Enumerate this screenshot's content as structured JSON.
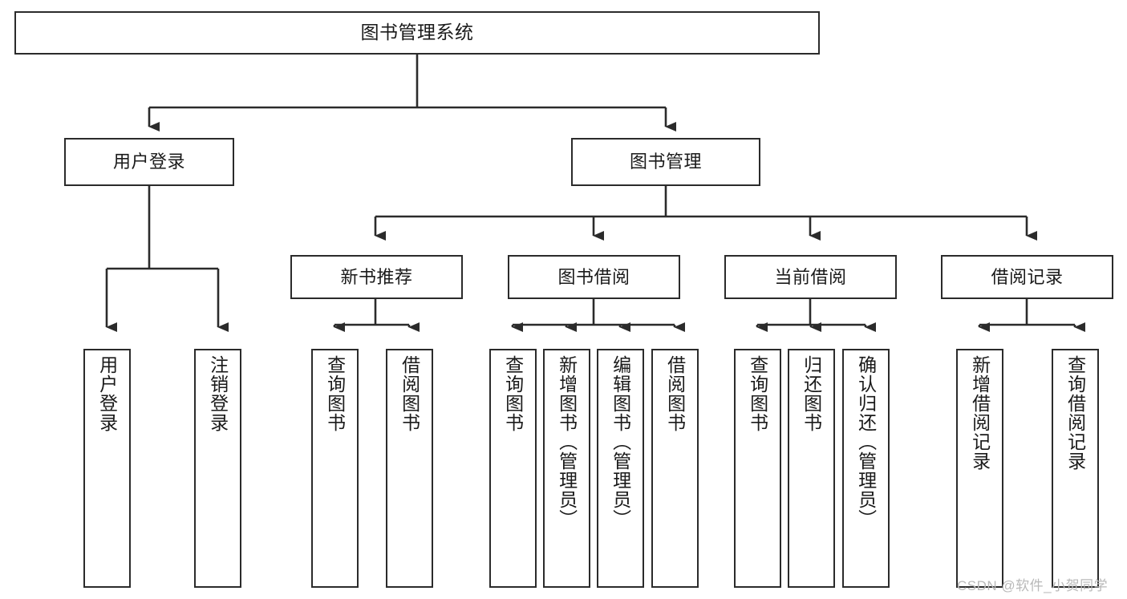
{
  "diagram": {
    "type": "tree-hierarchy",
    "title": "图书管理系统",
    "watermark": "CSDN @软件_小贺同学",
    "colors": {
      "stroke": "#2b2b2b",
      "fill": "#ffffff",
      "text": "#1a1a1a",
      "watermark": "#b9b9b9"
    },
    "nodes": {
      "root": {
        "label": "图书管理系统",
        "orientation": "horizontal",
        "level": 0
      },
      "l1": [
        {
          "id": "user-login",
          "label": "用户登录",
          "orientation": "horizontal",
          "level": 1
        },
        {
          "id": "book-manage",
          "label": "图书管理",
          "orientation": "horizontal",
          "level": 1
        }
      ],
      "l2": [
        {
          "id": "new-book-rec",
          "label": "新书推荐",
          "orientation": "horizontal",
          "level": 2,
          "parent": "book-manage"
        },
        {
          "id": "book-borrow",
          "label": "图书借阅",
          "orientation": "horizontal",
          "level": 2,
          "parent": "book-manage"
        },
        {
          "id": "current-borrow",
          "label": "当前借阅",
          "orientation": "horizontal",
          "level": 2,
          "parent": "book-manage"
        },
        {
          "id": "borrow-record",
          "label": "借阅记录",
          "orientation": "horizontal",
          "level": 2,
          "parent": "book-manage"
        }
      ],
      "leaves": [
        {
          "id": "leaf-user-login",
          "label": "用户登录",
          "orientation": "vertical",
          "parent": "user-login"
        },
        {
          "id": "leaf-logout",
          "label": "注销登录",
          "orientation": "vertical",
          "parent": "user-login"
        },
        {
          "id": "leaf-query-book-1",
          "label": "查询图书",
          "orientation": "vertical",
          "parent": "new-book-rec"
        },
        {
          "id": "leaf-borrow-book-1",
          "label": "借阅图书",
          "orientation": "vertical",
          "parent": "new-book-rec"
        },
        {
          "id": "leaf-query-book-2",
          "label": "查询图书",
          "orientation": "vertical",
          "parent": "book-borrow"
        },
        {
          "id": "leaf-add-book",
          "label": "新增图书（管理员）",
          "orientation": "vertical",
          "parent": "book-borrow"
        },
        {
          "id": "leaf-edit-book",
          "label": "编辑图书（管理员）",
          "orientation": "vertical",
          "parent": "book-borrow"
        },
        {
          "id": "leaf-borrow-book-2",
          "label": "借阅图书",
          "orientation": "vertical",
          "parent": "book-borrow"
        },
        {
          "id": "leaf-query-book-3",
          "label": "查询图书",
          "orientation": "vertical",
          "parent": "current-borrow"
        },
        {
          "id": "leaf-return-book",
          "label": "归还图书",
          "orientation": "vertical",
          "parent": "current-borrow"
        },
        {
          "id": "leaf-confirm-return",
          "label": "确认归还（管理员）",
          "orientation": "vertical",
          "parent": "current-borrow"
        },
        {
          "id": "leaf-add-record",
          "label": "新增借阅记录",
          "orientation": "vertical",
          "parent": "borrow-record"
        },
        {
          "id": "leaf-query-record",
          "label": "查询借阅记录",
          "orientation": "vertical",
          "parent": "borrow-record"
        }
      ]
    }
  }
}
